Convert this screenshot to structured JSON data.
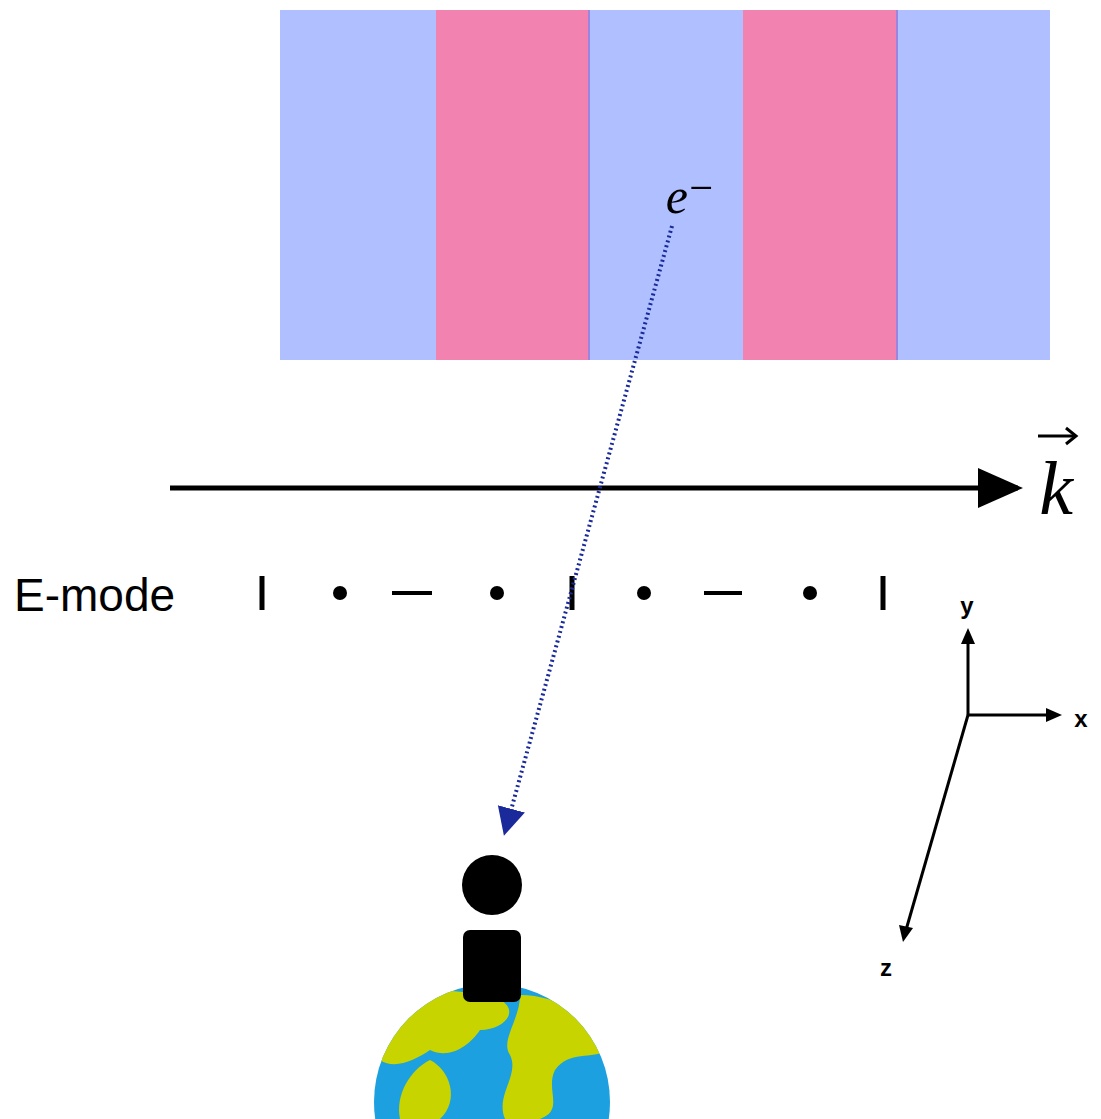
{
  "diagram": {
    "labels": [
      "e⁻",
      "k",
      "E-mode",
      "y",
      "x",
      "z"
    ]
  }
}
